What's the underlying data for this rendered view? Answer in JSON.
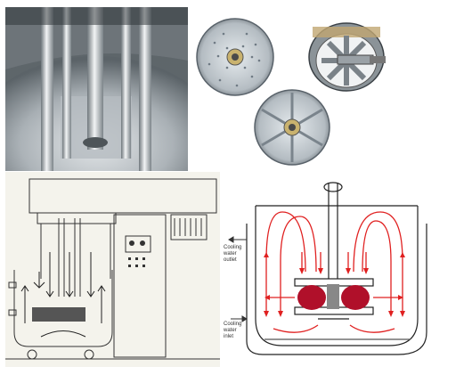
{
  "panels": {
    "tank_photo": {
      "kind": "photo"
    },
    "disks_photo": {
      "kind": "photo"
    },
    "machine_drawing": {
      "kind": "line-drawing"
    },
    "flow_diagram": {
      "labels": {
        "cooling_water_outlet": [
          "Cooling",
          "water",
          "outlet"
        ],
        "cooling_water_inlet": [
          "Cooling",
          "water",
          "inlet"
        ]
      }
    }
  },
  "colors": {
    "flow_arrow": "#e02020",
    "media": "#b0102a",
    "steel": "#c9ced2"
  }
}
